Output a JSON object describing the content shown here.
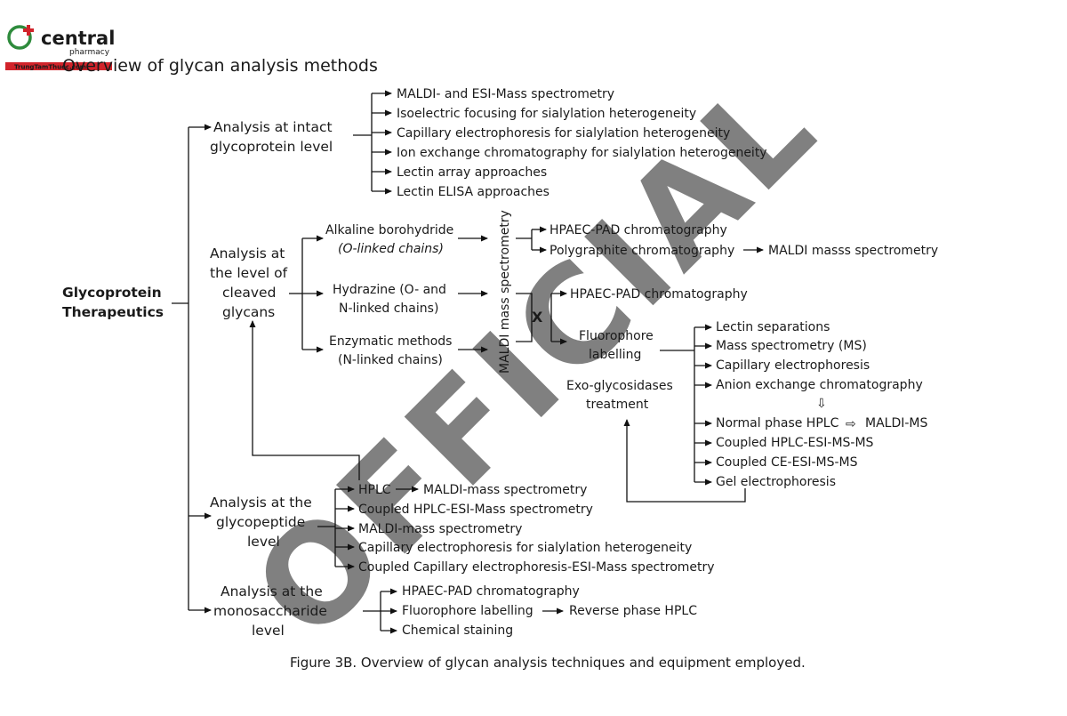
{
  "title": "Overview of glycan analysis methods",
  "logo": {
    "name": "central",
    "sub": "pharmacy",
    "band": "TrungTamThuoc.com",
    "accent_color": "#d1232a",
    "brand_color": "#2e8b3c"
  },
  "watermark": "OFFICIAL",
  "root": {
    "line1": "Glycoprotein",
    "line2": "Therapeutics"
  },
  "intact": {
    "line1": "Analysis at intact",
    "line2": "glycoprotein level",
    "items": [
      "MALDI- and ESI-Mass spectrometry",
      "Isoelectric focusing for sialylation heterogeneity",
      "Capillary electrophoresis for sialylation heterogeneity",
      "Ion exchange chromatography for sialylation heterogeneity",
      "Lectin array approaches",
      "Lectin ELISA approaches"
    ]
  },
  "cleaved": {
    "line1": "Analysis at",
    "line2": "the level of",
    "line3": "cleaved",
    "line4": "glycans",
    "methods": [
      {
        "line1": "Alkaline borohydride",
        "line2": "(O-linked chains)"
      },
      {
        "line1": "Hydrazine (O- and",
        "line2": "N-linked chains)"
      },
      {
        "line1": "Enzymatic methods",
        "line2": "(N-linked chains)"
      }
    ],
    "maldi_vertical": "MALDI mass spectrometry",
    "x_mark": "X",
    "top_results": {
      "hpaec": "HPAEC-PAD chromatography",
      "polygraphite": "Polygraphite chromatography",
      "polygraphite_next": "MALDI masss spectrometry"
    },
    "mid_hpaec": "HPAEC-PAD chromatography",
    "fluorophore": {
      "line1": "Fluorophore",
      "line2": "labelling"
    },
    "exo": {
      "line1": "Exo-glycosidases",
      "line2": "treatment"
    },
    "fluoro_items": [
      "Lectin separations",
      "Mass spectrometry (MS)",
      "Capillary electrophoresis",
      "Anion exchange chromatography",
      "Normal phase HPLC",
      "Coupled HPLC-ESI-MS-MS",
      "Coupled CE-ESI-MS-MS",
      "Gel electrophoresis"
    ],
    "down_arrow": "⇩",
    "normal_next_arrow": "⇨",
    "normal_next": "MALDI-MS"
  },
  "glycopeptide": {
    "line1": "Analysis at the",
    "line2": "glycopeptide",
    "line3": "level",
    "items": [
      "HPLC",
      "Coupled HPLC-ESI-Mass spectrometry",
      "MALDI-mass spectrometry",
      "Capillary electrophoresis for sialylation heterogeneity",
      "Coupled Capillary electrophoresis-ESI-Mass spectrometry"
    ],
    "hplc_next": "MALDI-mass spectrometry"
  },
  "mono": {
    "line1": "Analysis at the",
    "line2": "monosaccharide",
    "line3": "level",
    "items": [
      "HPAEC-PAD chromatography",
      "Fluorophore labelling",
      "Chemical staining"
    ],
    "fluoro_next": "Reverse phase HPLC"
  },
  "caption": "Figure 3B. Overview of glycan analysis techniques and equipment employed."
}
